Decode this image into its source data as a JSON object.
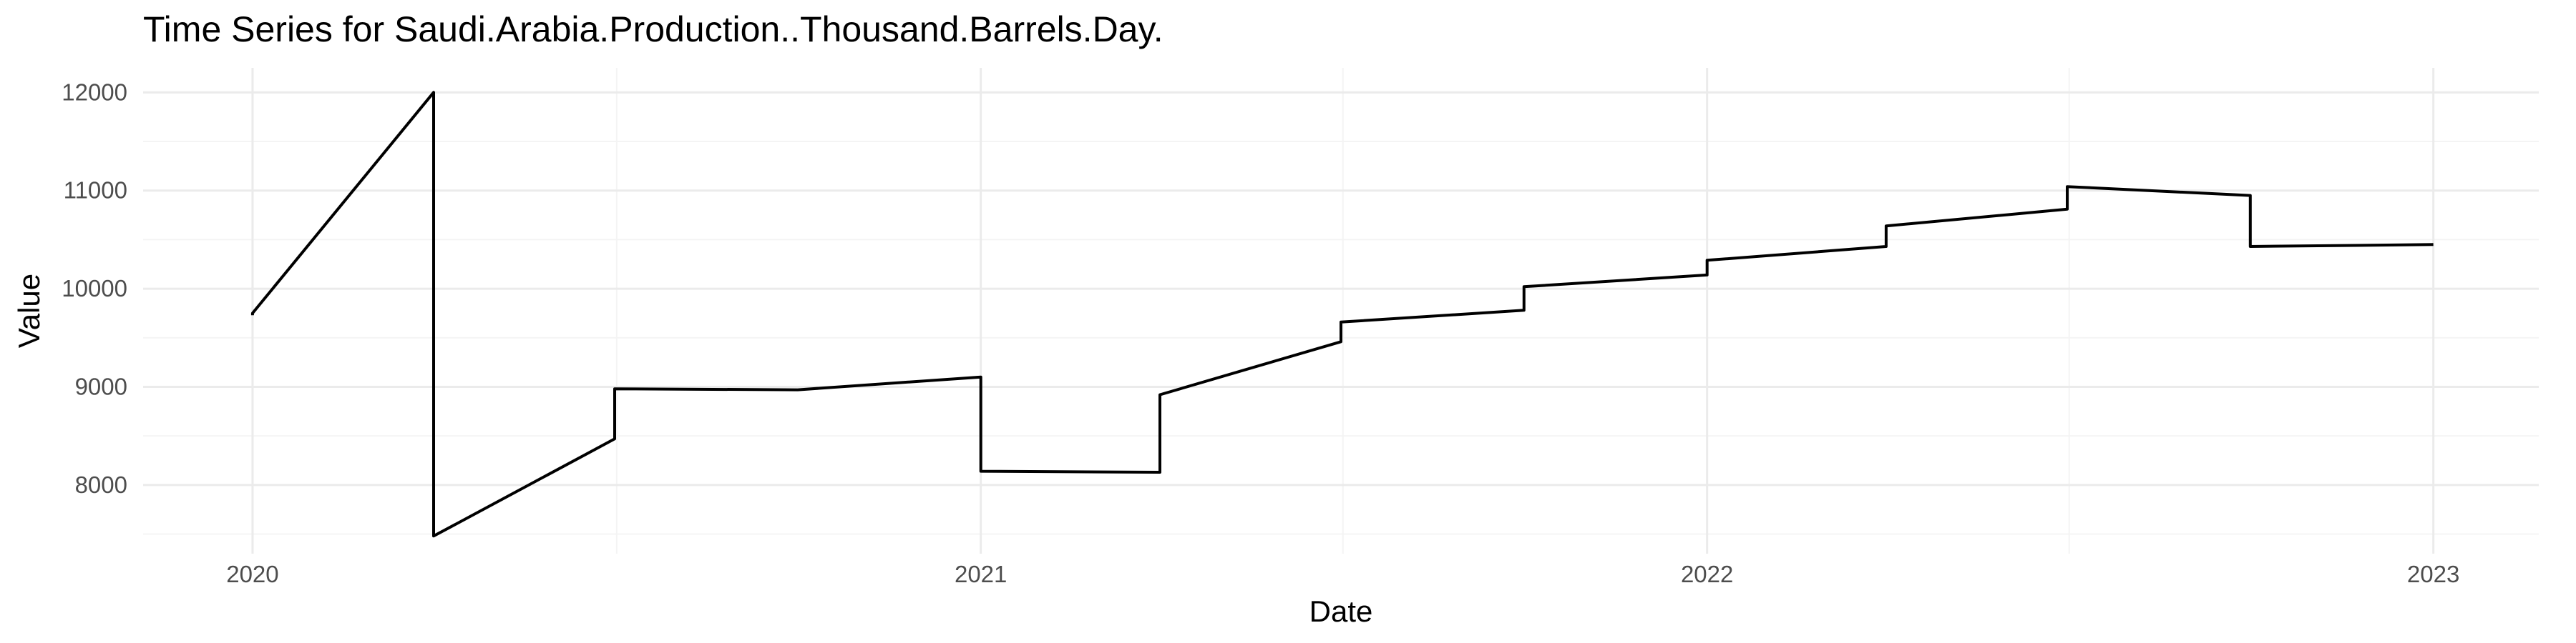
{
  "chart_data": {
    "type": "line",
    "title": "Time Series for Saudi.Arabia.Production..Thousand.Barrels.Day.",
    "xlabel": "Date",
    "ylabel": "Value",
    "x_tick_labels": [
      "2020",
      "2021",
      "2022",
      "2023"
    ],
    "y_tick_labels": [
      "8000",
      "9000",
      "10000",
      "11000",
      "12000"
    ],
    "y_ticks": [
      8000,
      9000,
      10000,
      11000,
      12000
    ],
    "ylim": [
      7300,
      12250
    ],
    "xlim": [
      "2019-11-07",
      "2023-02-23"
    ],
    "grid": true,
    "legend": "none",
    "colors": {
      "line": "#000000",
      "grid_major": "#ebebeb",
      "grid_minor": "#f4f4f4"
    },
    "series": [
      {
        "points": [
          [
            "2020-01-01",
            9730
          ],
          [
            "2020-01-01",
            9750
          ],
          [
            "2020-04-01",
            12000
          ],
          [
            "2020-04-01",
            7480
          ],
          [
            "2020-07-01",
            8470
          ],
          [
            "2020-07-01",
            8980
          ],
          [
            "2020-10-01",
            8970
          ],
          [
            "2021-01-01",
            9100
          ],
          [
            "2021-01-01",
            8140
          ],
          [
            "2021-04-01",
            8130
          ],
          [
            "2021-04-01",
            8920
          ],
          [
            "2021-07-01",
            9460
          ],
          [
            "2021-07-01",
            9660
          ],
          [
            "2021-10-01",
            9780
          ],
          [
            "2021-10-01",
            10020
          ],
          [
            "2022-01-01",
            10140
          ],
          [
            "2022-01-01",
            10290
          ],
          [
            "2022-04-01",
            10430
          ],
          [
            "2022-04-01",
            10640
          ],
          [
            "2022-07-01",
            10810
          ],
          [
            "2022-07-01",
            11040
          ],
          [
            "2022-10-01",
            10950
          ],
          [
            "2022-10-01",
            10430
          ],
          [
            "2023-01-01",
            10450
          ]
        ]
      }
    ]
  }
}
